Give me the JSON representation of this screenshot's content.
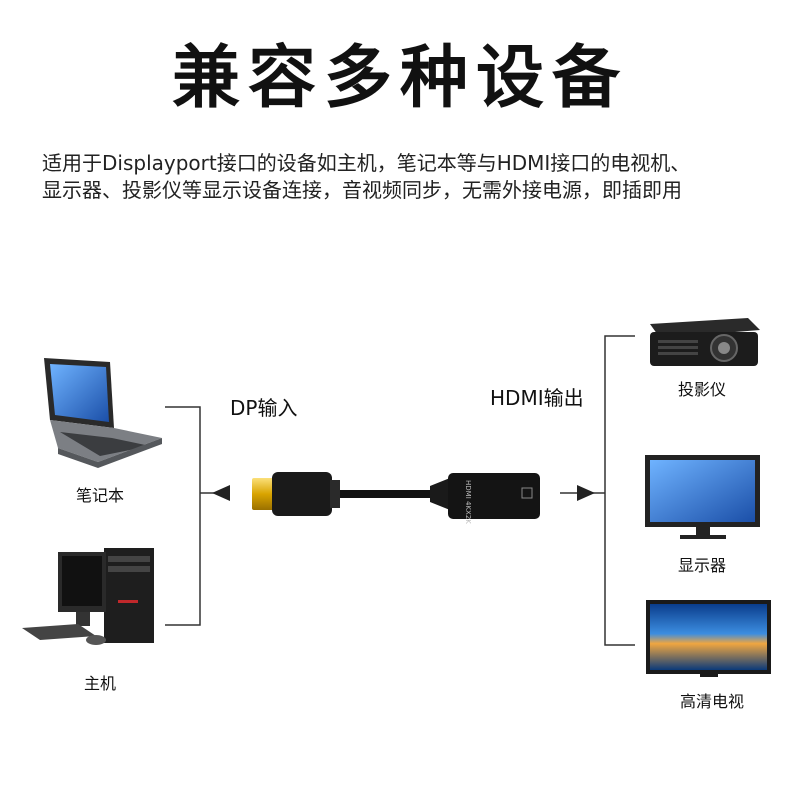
{
  "title": "兼容多种设备",
  "description": {
    "line1": "适用于Displayport接口的设备如主机，笔记本等与HDMI接口的电视机、",
    "line2": "显示器、投影仪等显示设备连接，音视频同步，无需外接电源，即插即用"
  },
  "input": {
    "label": "DP输入",
    "devices": [
      {
        "label": "笔记本",
        "icon": "laptop-icon"
      },
      {
        "label": "主机",
        "icon": "desktop-pc-icon"
      }
    ]
  },
  "output": {
    "label": "HDMI输出",
    "devices": [
      {
        "label": "投影仪",
        "icon": "projector-icon"
      },
      {
        "label": "显示器",
        "icon": "monitor-icon"
      },
      {
        "label": "高清电视",
        "icon": "tv-icon"
      }
    ]
  },
  "adapter": {
    "print": "HDMI 4KX2K"
  },
  "colors": {
    "line": "#333333",
    "gold": "#d9a400",
    "screen": "#2f6fd0"
  }
}
